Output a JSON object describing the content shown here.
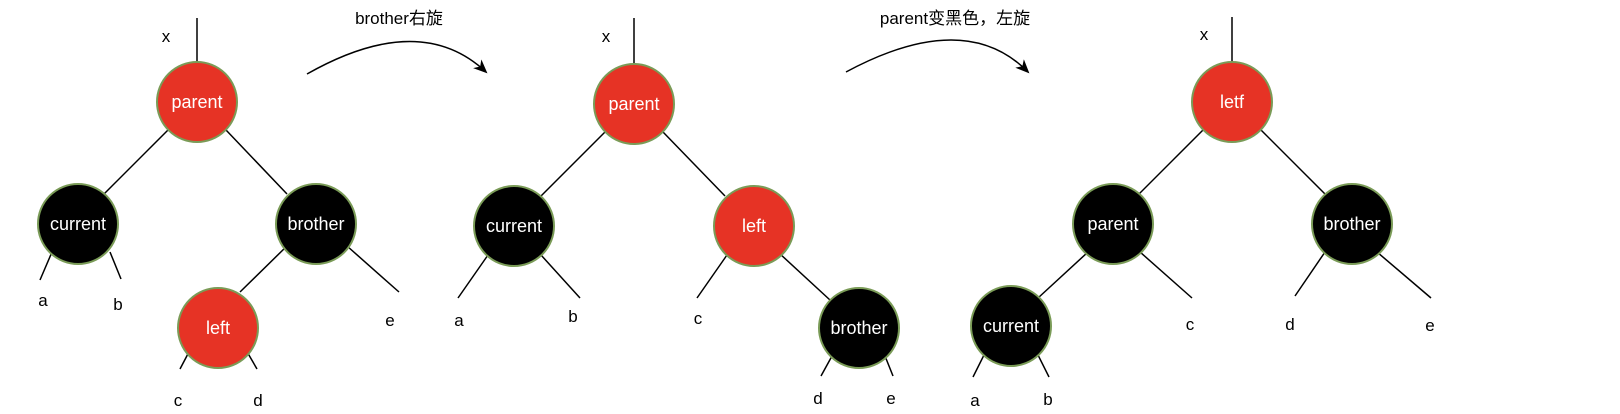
{
  "colors": {
    "red_node": "#e63325",
    "black_node": "#000000",
    "node_border": "#7a9b57",
    "edge": "#000000",
    "text_on_node": "#ffffff",
    "text": "#000000"
  },
  "steps": [
    {
      "label": "brother右旋"
    },
    {
      "label": "parent变黑色，左旋"
    }
  ],
  "trees": [
    {
      "root_label": "x",
      "nodes": [
        {
          "label": "parent",
          "color": "red"
        },
        {
          "label": "current",
          "color": "black"
        },
        {
          "label": "brother",
          "color": "black"
        },
        {
          "label": "left",
          "color": "red"
        }
      ],
      "leaves": [
        "a",
        "b",
        "c",
        "d",
        "e"
      ]
    },
    {
      "root_label": "x",
      "nodes": [
        {
          "label": "parent",
          "color": "red"
        },
        {
          "label": "current",
          "color": "black"
        },
        {
          "label": "left",
          "color": "red"
        },
        {
          "label": "brother",
          "color": "black"
        }
      ],
      "leaves": [
        "a",
        "b",
        "c",
        "d",
        "e"
      ]
    },
    {
      "root_label": "x",
      "nodes": [
        {
          "label": "letf",
          "color": "red"
        },
        {
          "label": "parent",
          "color": "black"
        },
        {
          "label": "brother",
          "color": "black"
        },
        {
          "label": "current",
          "color": "black"
        }
      ],
      "leaves": [
        "a",
        "b",
        "c",
        "d",
        "e"
      ]
    }
  ]
}
